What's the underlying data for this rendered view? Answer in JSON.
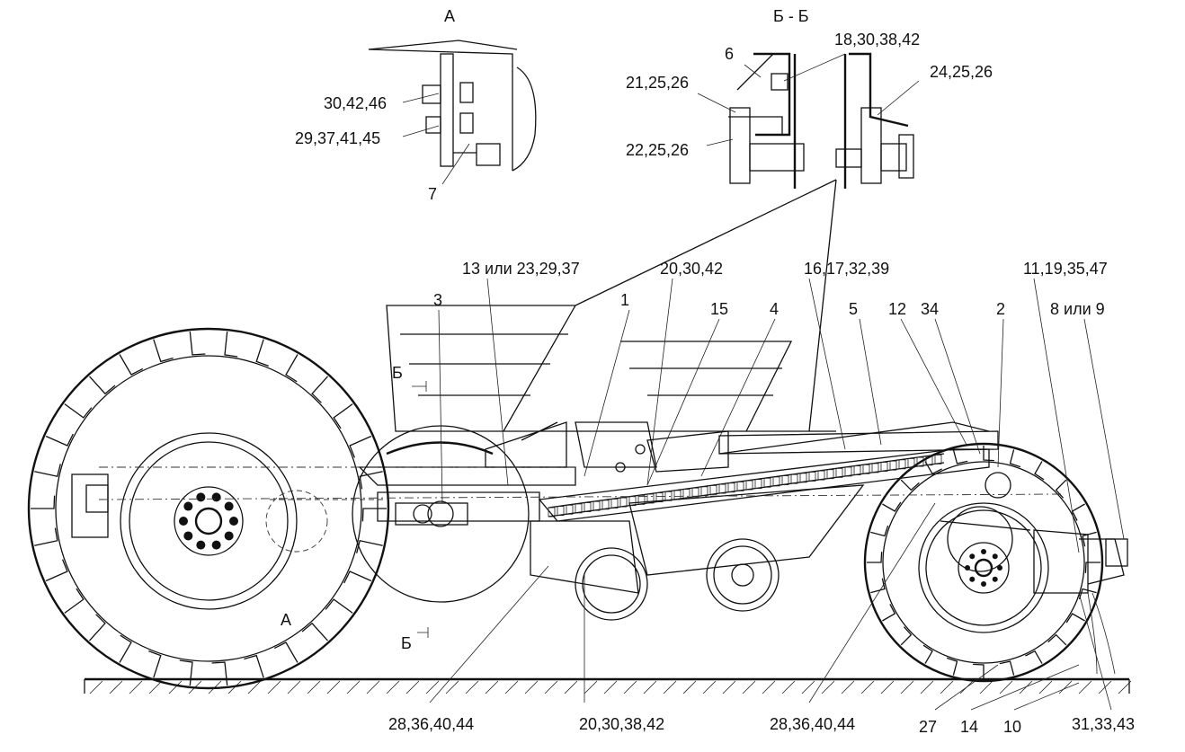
{
  "labels": {
    "view_a": "А",
    "section_bb": "Б - Б",
    "l_30_42_46": "30,42,46",
    "l_29_37_41_45": "29,37,41,45",
    "l_7": "7",
    "l_6": "6",
    "l_18_30_38_42": "18,30,38,42",
    "l_21_25_26": "21,25,26",
    "l_24_25_26": "24,25,26",
    "l_22_25_26": "22,25,26",
    "l_13_23_29_37": "13 или 23,29,37",
    "l_20_30_42": "20,30,42",
    "l_16_17_32_39": "16,17,32,39",
    "l_11_19_35_47": "11,19,35,47",
    "l_3": "3",
    "l_1": "1",
    "l_15": "15",
    "l_4": "4",
    "l_5": "5",
    "l_12": "12",
    "l_34": "34",
    "l_2": "2",
    "l_8_9": "8 или 9",
    "cut_b_top": "Б",
    "cut_b_bottom": "Б",
    "view_a_marker": "А",
    "l_28_36_40_44_left": "28,36,40,44",
    "l_20_30_38_42": "20,30,38,42",
    "l_28_36_40_44_right": "28,36,40,44",
    "l_27": "27",
    "l_14": "14",
    "l_10": "10",
    "l_31_33_43": "31,33,43"
  }
}
